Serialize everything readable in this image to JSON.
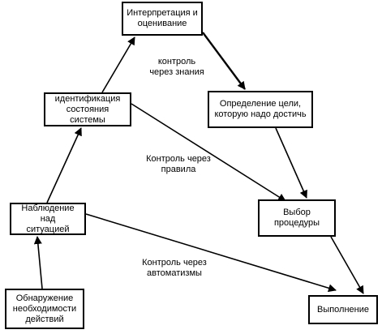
{
  "diagram": {
    "boxes": {
      "interpretation": "Интерпретация и\nоценивание",
      "goal": "Определение цели,\nкоторую надо достичь",
      "identification": "идентификация\nсостояния системы",
      "procedure": "Выбор\nпроцедуры",
      "observation": "Наблюдение над\nситуацией",
      "detection": "Обнаружение\nнеобходимости\nдействий",
      "execution": "Выполнение"
    },
    "edge_labels": {
      "knowledge": "контроль\nчерез знания",
      "rules": "Контроль через\nправила",
      "automatism": "Контроль через\nавтоматизмы"
    }
  }
}
